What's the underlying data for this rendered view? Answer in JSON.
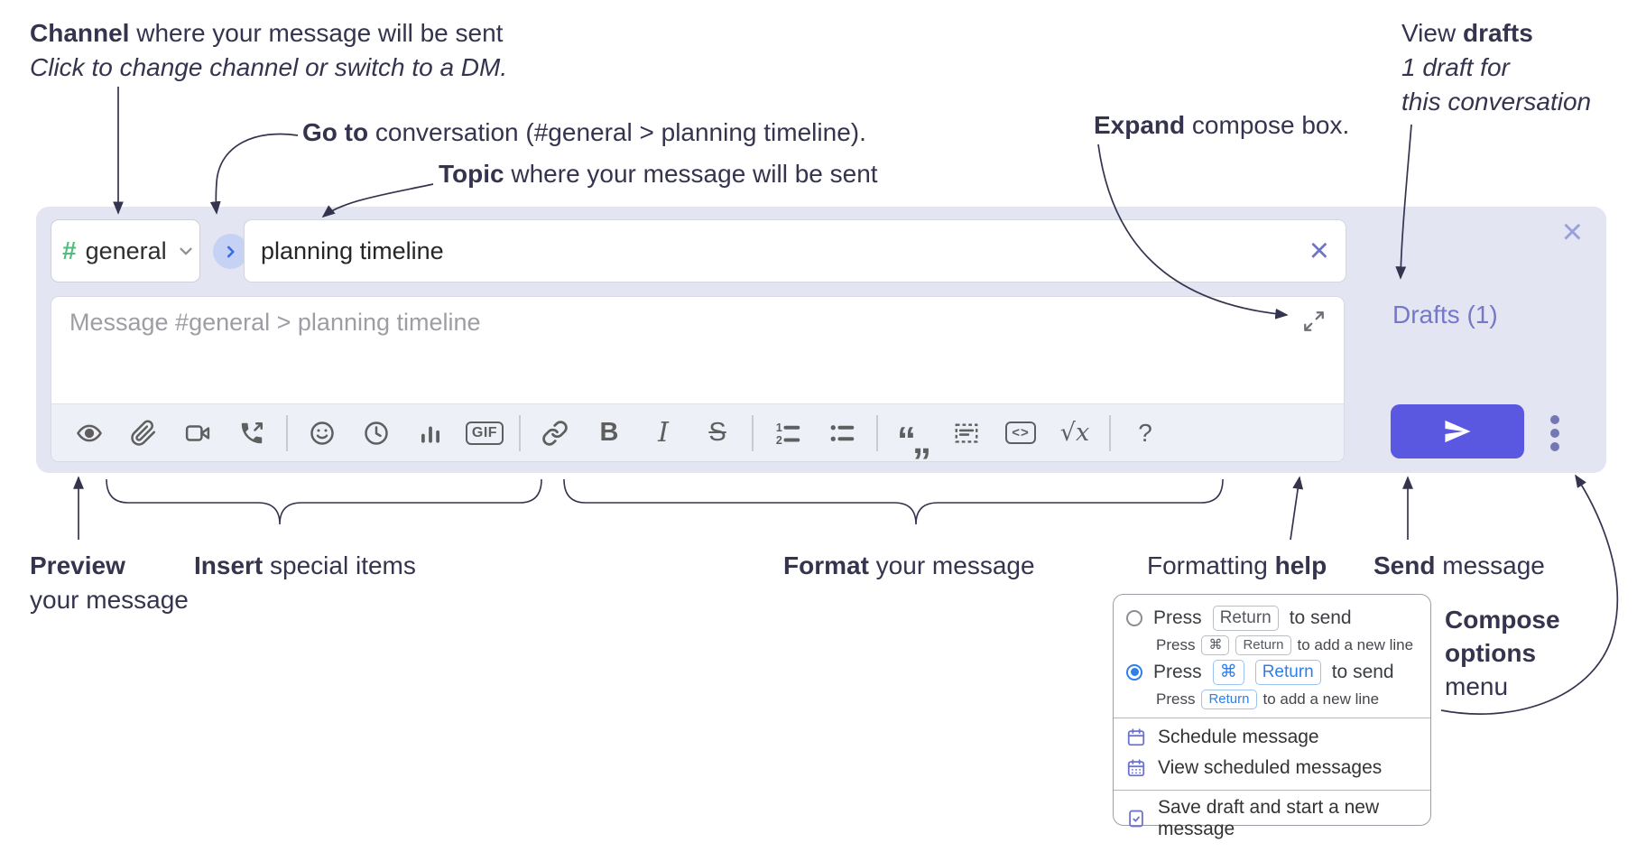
{
  "annotations": {
    "channel": {
      "bold": "Channel",
      "rest": " where your message will be sent",
      "sub": "Click to change channel or switch to a DM."
    },
    "goto": {
      "bold": "Go to",
      "rest": " conversation (#general > planning timeline)."
    },
    "topic": {
      "bold": "Topic",
      "rest": " where your message will be sent"
    },
    "view_drafts": {
      "pre": "View ",
      "bold": "drafts",
      "sub1": "1 draft for",
      "sub2": "this conversation"
    },
    "expand": {
      "bold": "Expand",
      "rest": " compose box."
    },
    "preview": {
      "bold": "Preview",
      "line2": "your message"
    },
    "insert": {
      "bold": "Insert",
      "rest": " special items"
    },
    "format": {
      "bold": "Format",
      "rest": " your message"
    },
    "formatting_help": {
      "pre": "Formatting ",
      "bold": "help"
    },
    "send": {
      "bold": "Send",
      "rest": " message"
    },
    "compose_options": {
      "bold1": "Compose",
      "bold2": "options",
      "rest": "menu"
    }
  },
  "compose": {
    "channel_hash": "#",
    "channel_name": "general",
    "topic_value": "planning timeline",
    "clear_topic_icon": "×",
    "close_icon": "×",
    "message_placeholder": "Message #general > planning timeline",
    "drafts_label": "Drafts (1)"
  },
  "toolbar": {
    "icons": [
      "preview",
      "attach-file",
      "video-call",
      "voice-call",
      "emoji",
      "time",
      "poll",
      "gif",
      "link",
      "bold",
      "italic",
      "strikethrough",
      "numbered-list",
      "bulleted-list",
      "quote",
      "spoiler",
      "code",
      "math",
      "help"
    ],
    "gif_label": "GIF",
    "bold_label": "B",
    "italic_label": "I",
    "strike_label": "S",
    "quote_label": "“„",
    "math_label": "√x",
    "help_label": "?"
  },
  "options_menu": {
    "option1": {
      "press": "Press",
      "kbd": "Return",
      "after": "to send"
    },
    "option1_sub": {
      "press": "Press",
      "kbd1": "⌘",
      "kbd2": "Return",
      "after": "to add a new line"
    },
    "option2": {
      "press": "Press",
      "kbd1": "⌘",
      "kbd2": "Return",
      "after": "to send"
    },
    "option2_sub": {
      "press": "Press",
      "kbd": "Return",
      "after": "to add a new line"
    },
    "schedule_label": "Schedule message",
    "view_scheduled_label": "View scheduled messages",
    "save_draft_label": "Save draft and start a new message"
  },
  "colors": {
    "annotation_text": "#35344e",
    "compose_background": "#e3e5f3",
    "channel_hash_green": "#50bd7c",
    "goto_circle": "#c6d2f4",
    "goto_arrow_blue": "#3a6be4",
    "drafts_link": "#7578c8",
    "send_button": "#5a58e0",
    "toolbar_icon": "#5f5f5f",
    "radio_selected_blue": "#2e7fe8",
    "popup_icon_purple": "#6d74cf"
  }
}
